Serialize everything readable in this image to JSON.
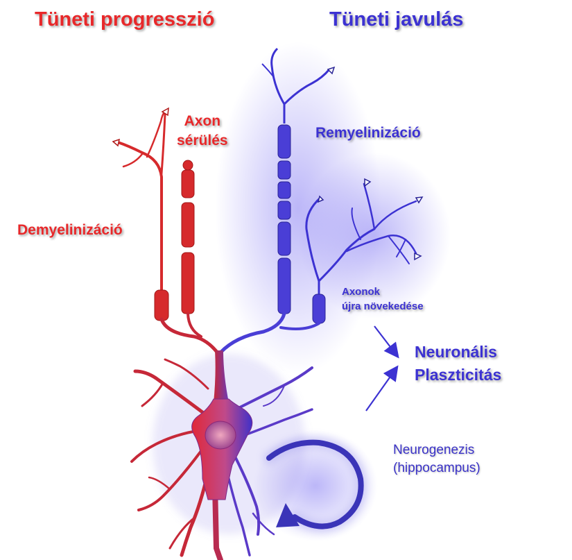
{
  "titles": {
    "left": "Tüneti progresszió",
    "right": "Tüneti javulás"
  },
  "labels": {
    "axon_damage_line1": "Axon",
    "axon_damage_line2": "sérülés",
    "demyelination": "Demyelinizáció",
    "remyelination": "Remyelinizáció",
    "axon_regrowth_line1": "Axonok",
    "axon_regrowth_line2": "újra növekedése",
    "plasticity_line1": "Neuronális",
    "plasticity_line2": "Plaszticitás",
    "neurogenesis_line1": "Neurogenezis",
    "neurogenesis_line2": "(hippocampus)"
  },
  "colors": {
    "damage": "#e8282a",
    "recovery": "#3c32d2",
    "damage_dark": "#b01818",
    "recovery_dark": "#2a2496"
  }
}
